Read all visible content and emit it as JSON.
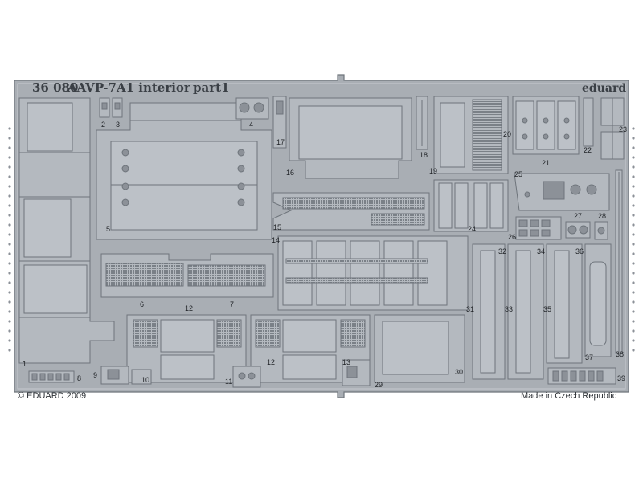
{
  "sheet": {
    "code": "36 080",
    "title": "AAVP-7A1 interior",
    "part": "part1",
    "brand": "eduard",
    "copyright": "© EDUARD 2009",
    "origin": "Made in Czech Republic"
  },
  "part_numbers": [
    "1",
    "2",
    "3",
    "4",
    "5",
    "6",
    "7",
    "8",
    "9",
    "10",
    "11",
    "12",
    "12",
    "13",
    "14",
    "15",
    "16",
    "17",
    "18",
    "19",
    "20",
    "21",
    "22",
    "23",
    "24",
    "25",
    "26",
    "27",
    "28",
    "29",
    "30",
    "31",
    "32",
    "33",
    "34",
    "35",
    "36",
    "37",
    "38",
    "39"
  ],
  "colors": {
    "fret": "#a9aeb4",
    "part_fill": "#b4b9bf",
    "line": "#6e747b",
    "hole": "#8c9198",
    "background": "#ffffff"
  }
}
